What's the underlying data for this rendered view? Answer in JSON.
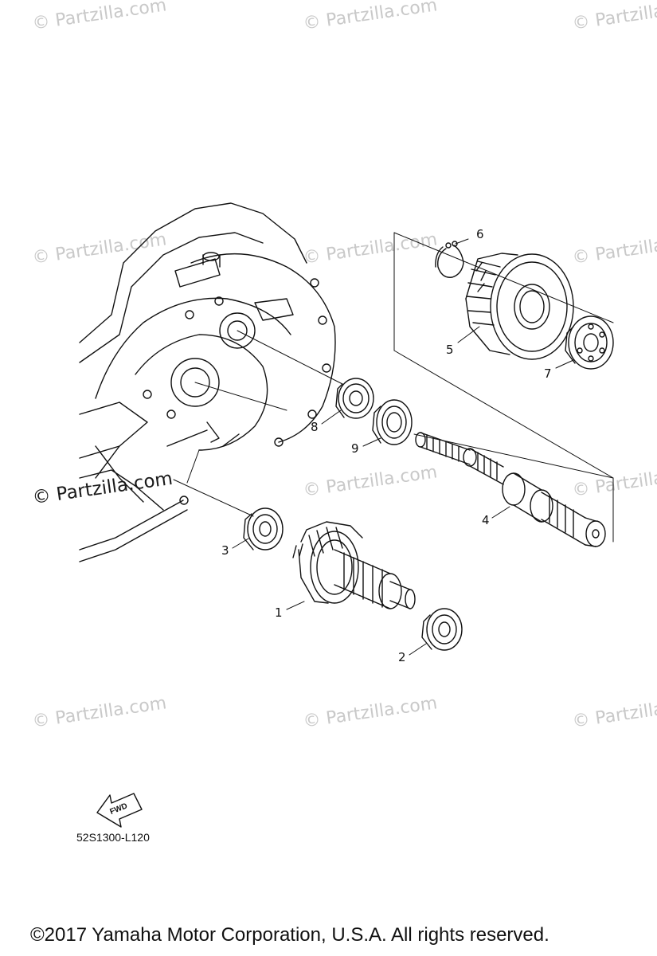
{
  "watermark": "© Partzilla.com",
  "callouts": [
    "1",
    "2",
    "3",
    "4",
    "5",
    "6",
    "7",
    "8",
    "9"
  ],
  "fwd_label": "FWD",
  "diagram_code": "52S1300-L120",
  "footer": "©2017  Yamaha Motor Corporation, U.S.A. All rights reserved."
}
